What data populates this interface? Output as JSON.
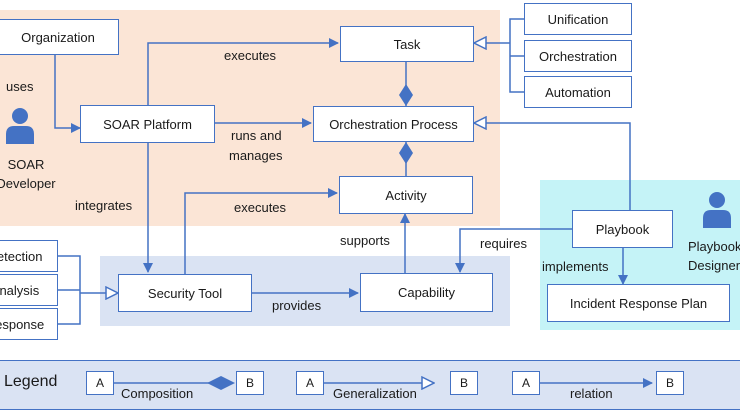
{
  "nodes": {
    "organization": "Organization",
    "task": "Task",
    "unification": "Unification",
    "orchestration": "Orchestration",
    "automation": "Automation",
    "soar_platform": "SOAR Platform",
    "orchestration_process": "Orchestration Process",
    "activity": "Activity",
    "playbook": "Playbook",
    "detection": "Detection",
    "analysis": "Analysis",
    "response": "Response",
    "security_tool": "Security Tool",
    "capability": "Capability",
    "incident_response_plan": "Incident Response Plan"
  },
  "edge_labels": {
    "uses": "uses",
    "executes_top": "executes",
    "runs_and": "runs and",
    "manages": "manages",
    "integrates": "integrates",
    "executes_mid": "executes",
    "supports": "supports",
    "requires": "requires",
    "implements": "implements",
    "provides": "provides"
  },
  "actors": {
    "soar_developer_line1": "SOAR",
    "soar_developer_line2": "Developer",
    "playbook_designer_line1": "Playbook",
    "playbook_designer_line2": "Designer"
  },
  "legend": {
    "title": "Legend",
    "a": "A",
    "b": "B",
    "composition": "Composition",
    "generalization": "Generalization",
    "relation": "relation"
  },
  "colors": {
    "orange_region": "#fbe5d6",
    "blue_region": "#dae3f3",
    "cyan_region": "#c5f3f7",
    "stroke": "#4472c4",
    "icon": "#4472c4"
  }
}
